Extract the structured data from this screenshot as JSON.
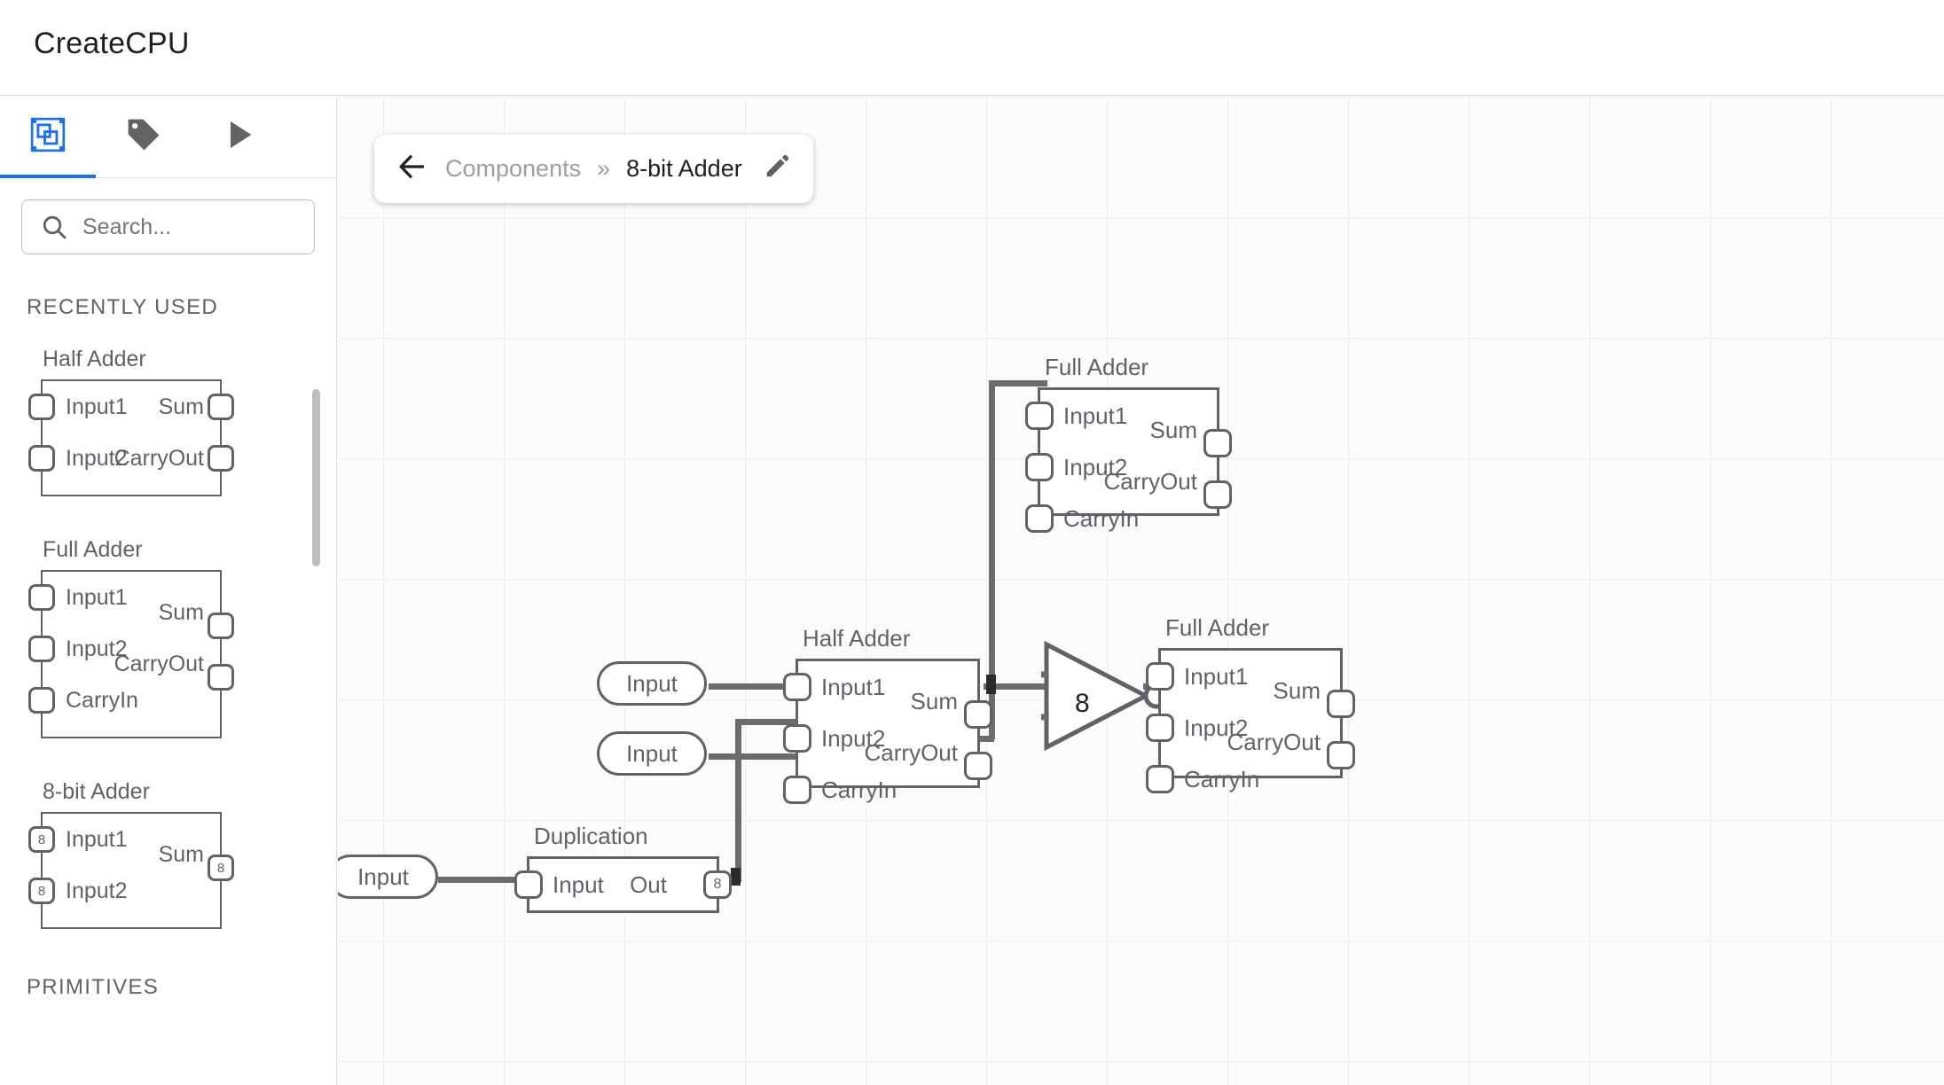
{
  "app": {
    "title": "CreateCPU"
  },
  "sidebar": {
    "tabs": [
      {
        "name": "components-tab",
        "icon": "components-icon",
        "active": true
      },
      {
        "name": "tags-tab",
        "icon": "tag-icon",
        "active": false
      },
      {
        "name": "run-tab",
        "icon": "play-icon",
        "active": false
      }
    ],
    "search": {
      "placeholder": "Search...",
      "value": "",
      "icon": "search-icon"
    },
    "sections": [
      {
        "label": "RECENTLY USED"
      },
      {
        "label": "PRIMITIVES"
      }
    ],
    "palette": [
      {
        "title": "Half Adder",
        "inputs": [
          {
            "label": "Input1",
            "bits": ""
          },
          {
            "label": "Input2",
            "bits": ""
          }
        ],
        "outputs": [
          {
            "label": "Sum",
            "bits": ""
          },
          {
            "label": "CarryOut",
            "bits": ""
          }
        ]
      },
      {
        "title": "Full Adder",
        "inputs": [
          {
            "label": "Input1",
            "bits": ""
          },
          {
            "label": "Input2",
            "bits": ""
          },
          {
            "label": "CarryIn",
            "bits": ""
          }
        ],
        "outputs": [
          {
            "label": "Sum",
            "bits": ""
          },
          {
            "label": "CarryOut",
            "bits": ""
          }
        ]
      },
      {
        "title": "8-bit Adder",
        "inputs": [
          {
            "label": "Input1",
            "bits": "8"
          },
          {
            "label": "Input2",
            "bits": "8"
          }
        ],
        "outputs": [
          {
            "label": "Sum",
            "bits": "8"
          }
        ]
      }
    ]
  },
  "canvas": {
    "breadcrumb": {
      "back_icon": "back-arrow-icon",
      "parent": "Components",
      "separator": "»",
      "current": "8-bit Adder",
      "edit_icon": "pencil-icon"
    },
    "nodes": [
      {
        "id": "full-adder-top",
        "title": "Full Adder",
        "inputs": [
          "Input1",
          "Input2",
          "CarryIn"
        ],
        "outputs": [
          "Sum",
          "CarryOut"
        ]
      },
      {
        "id": "half-adder-mid",
        "title": "Half Adder",
        "inputs": [
          "Input1",
          "Input2",
          "CarryIn"
        ],
        "outputs": [
          "Sum",
          "CarryOut"
        ]
      },
      {
        "id": "full-adder-right",
        "title": "Full Adder",
        "inputs": [
          "Input1",
          "Input2",
          "CarryIn"
        ],
        "outputs": [
          "Sum",
          "CarryOut"
        ]
      },
      {
        "id": "duplication",
        "title": "Duplication",
        "inputs": [
          "Input"
        ],
        "outputs": [
          "Out"
        ],
        "output_bits": "8"
      }
    ],
    "not_gate": {
      "label": "8"
    },
    "input_pills": [
      {
        "id": "input-pill-1",
        "label": "Input"
      },
      {
        "id": "input-pill-2",
        "label": "Input"
      },
      {
        "id": "input-pill-3",
        "label": "Input"
      }
    ]
  },
  "colors": {
    "accent": "#1a73e8",
    "stroke": "#5f6368",
    "wire": "#6b6b6b",
    "grid": "#ededed",
    "canvas_bg": "#fbfbfb"
  }
}
